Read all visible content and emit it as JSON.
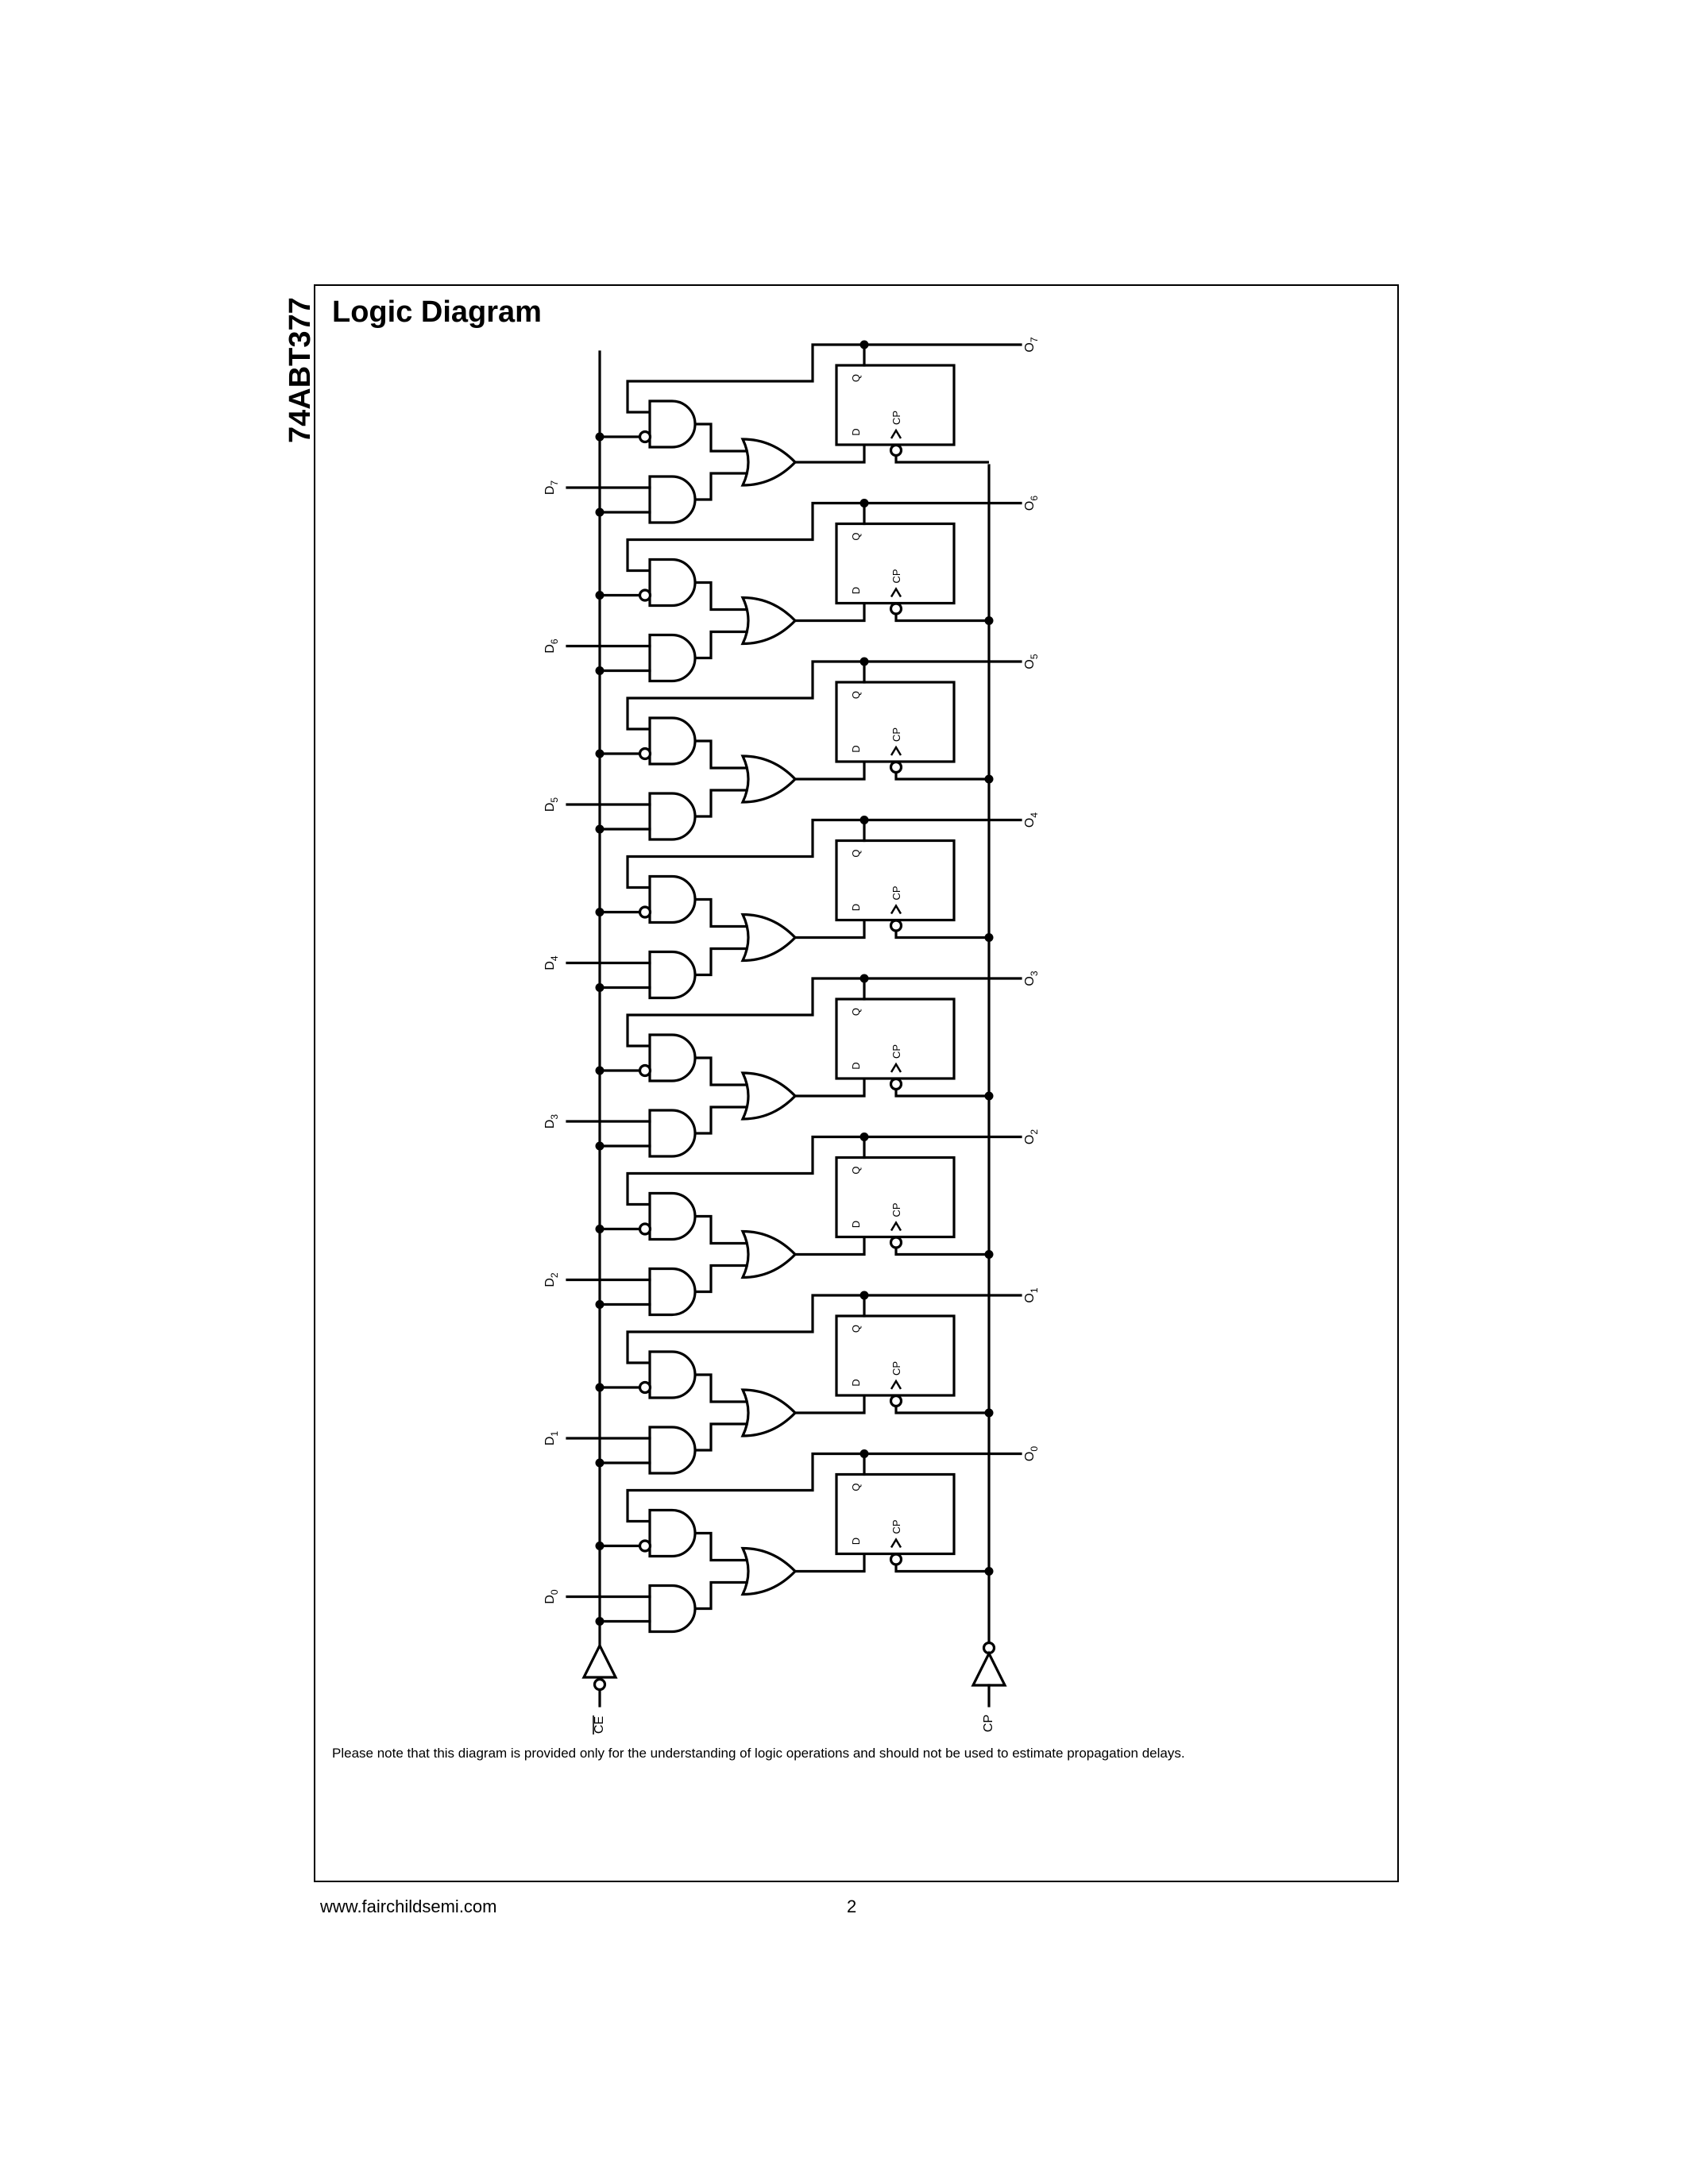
{
  "document": {
    "side_title": "74ABT377",
    "section_title": "Logic Diagram",
    "note": "Please note that this diagram is provided only for the understanding of logic operations and should not be used to estimate propagation delays.",
    "footer_url": "www.fairchildsemi.com",
    "page_number": "2"
  },
  "diagram": {
    "stages": [
      {
        "input_label": "D",
        "input_sub": "7",
        "output_label": "O",
        "output_sub": "7"
      },
      {
        "input_label": "D",
        "input_sub": "6",
        "output_label": "O",
        "output_sub": "6"
      },
      {
        "input_label": "D",
        "input_sub": "5",
        "output_label": "O",
        "output_sub": "5"
      },
      {
        "input_label": "D",
        "input_sub": "4",
        "output_label": "O",
        "output_sub": "4"
      },
      {
        "input_label": "D",
        "input_sub": "3",
        "output_label": "O",
        "output_sub": "3"
      },
      {
        "input_label": "D",
        "input_sub": "2",
        "output_label": "O",
        "output_sub": "2"
      },
      {
        "input_label": "D",
        "input_sub": "1",
        "output_label": "O",
        "output_sub": "1"
      },
      {
        "input_label": "D",
        "input_sub": "0",
        "output_label": "O",
        "output_sub": "0"
      }
    ],
    "flipflop_labels": {
      "q": "Q",
      "d": "D",
      "cp": "CP"
    },
    "bottom_inputs": {
      "ce": "CE",
      "cp": "CP"
    }
  }
}
